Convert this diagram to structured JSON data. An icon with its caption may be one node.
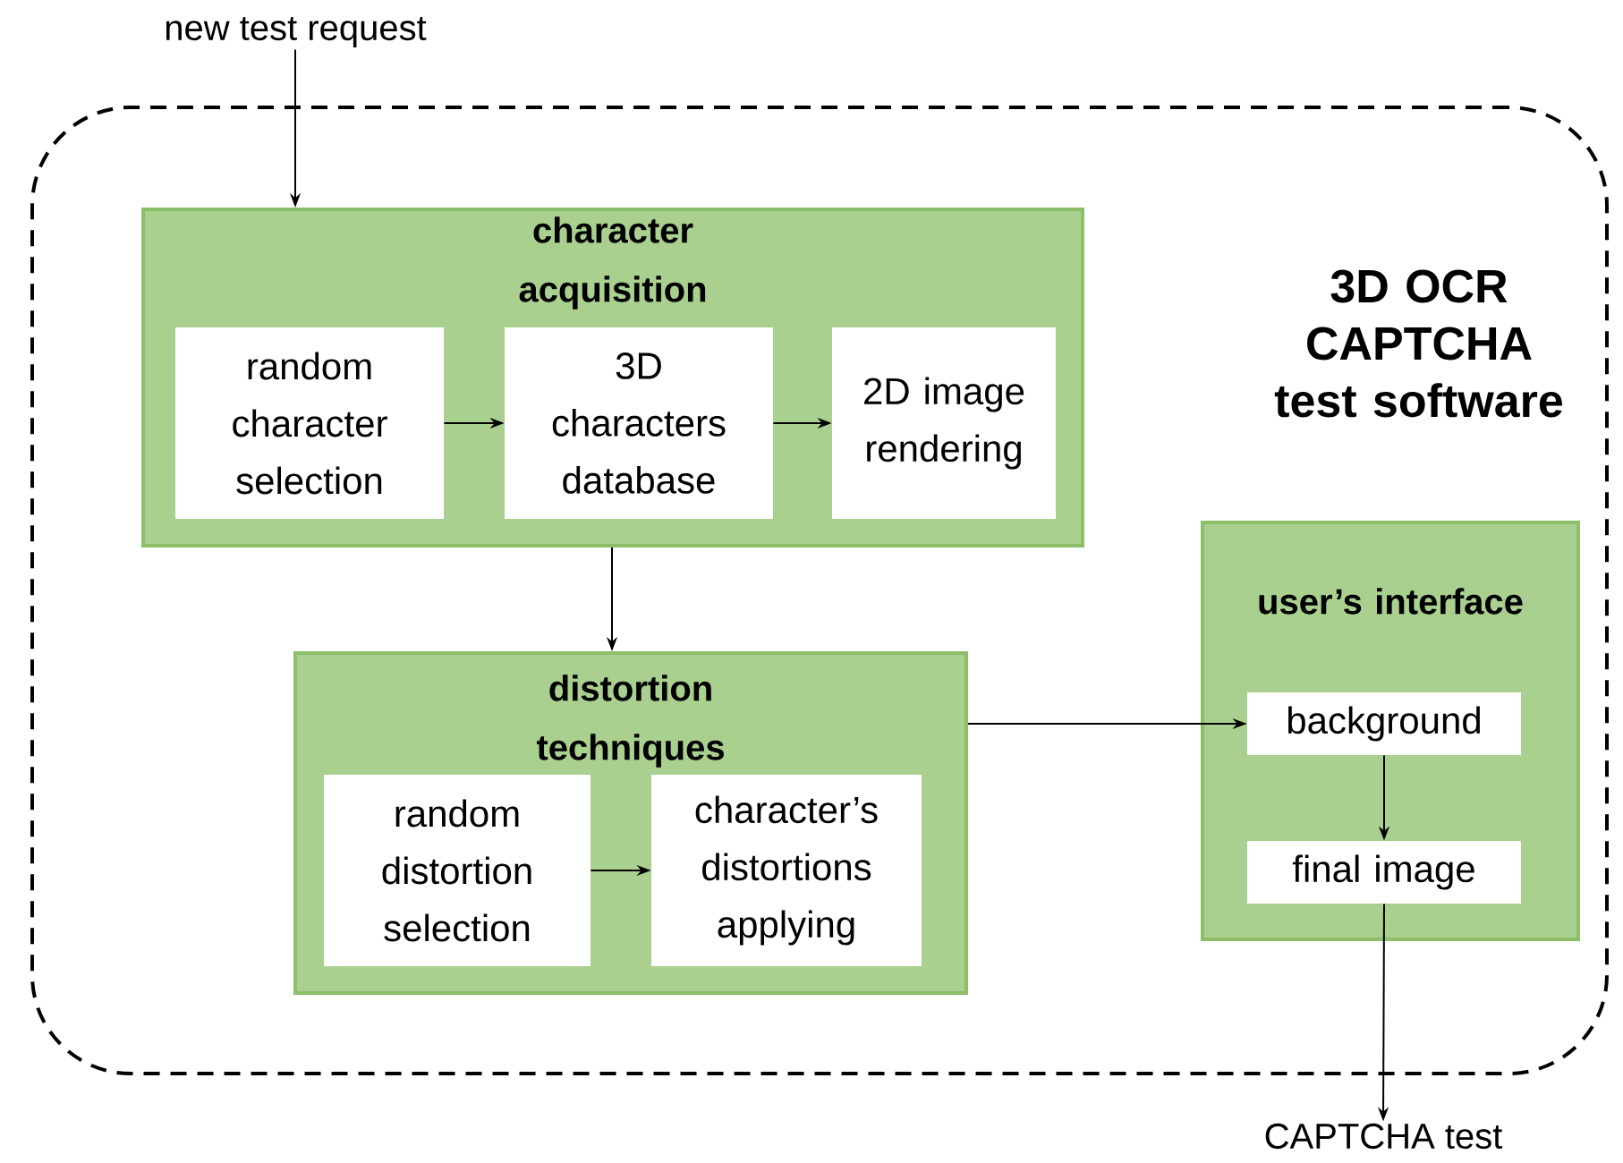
{
  "diagram": {
    "nodes": [
      {
        "text": [
          "new test request"
        ]
      },
      {
        "text": [
          "3D OCR CAPTCHA test software"
        ]
      },
      {
        "text": [
          "character acquisition"
        ],
        "in": 1
      },
      {
        "text": [
          "random character selection"
        ],
        "in": 2
      },
      {
        "text": [
          "3D characters database"
        ],
        "in": 2
      },
      {
        "text": [
          "2D image rendering"
        ],
        "in": 2
      },
      {
        "text": [
          "distortion techniques"
        ],
        "in": 1
      },
      {
        "text": [
          "random distortion selection"
        ],
        "in": 6
      },
      {
        "text": [
          "character’s distortions applying"
        ],
        "in": 6
      },
      {
        "text": [
          "user’s interface"
        ],
        "in": 1
      },
      {
        "text": [
          "background"
        ],
        "in": 9
      },
      {
        "text": [
          "final image"
        ],
        "in": 9
      },
      {
        "text": [
          "CAPTCHA test"
        ]
      }
    ],
    "edges": [
      {
        "from": 0,
        "to": 2,
        "arrow": "to"
      },
      {
        "from": 3,
        "to": 4,
        "arrow": "to"
      },
      {
        "from": 4,
        "to": 5,
        "arrow": "to"
      },
      {
        "from": 2,
        "to": 6,
        "arrow": "to"
      },
      {
        "from": 7,
        "to": 8,
        "arrow": "to"
      },
      {
        "from": 6,
        "to": 10,
        "arrow": "to"
      },
      {
        "from": 10,
        "to": 11,
        "arrow": "to"
      },
      {
        "from": 11,
        "to": 12,
        "arrow": "to"
      }
    ]
  }
}
